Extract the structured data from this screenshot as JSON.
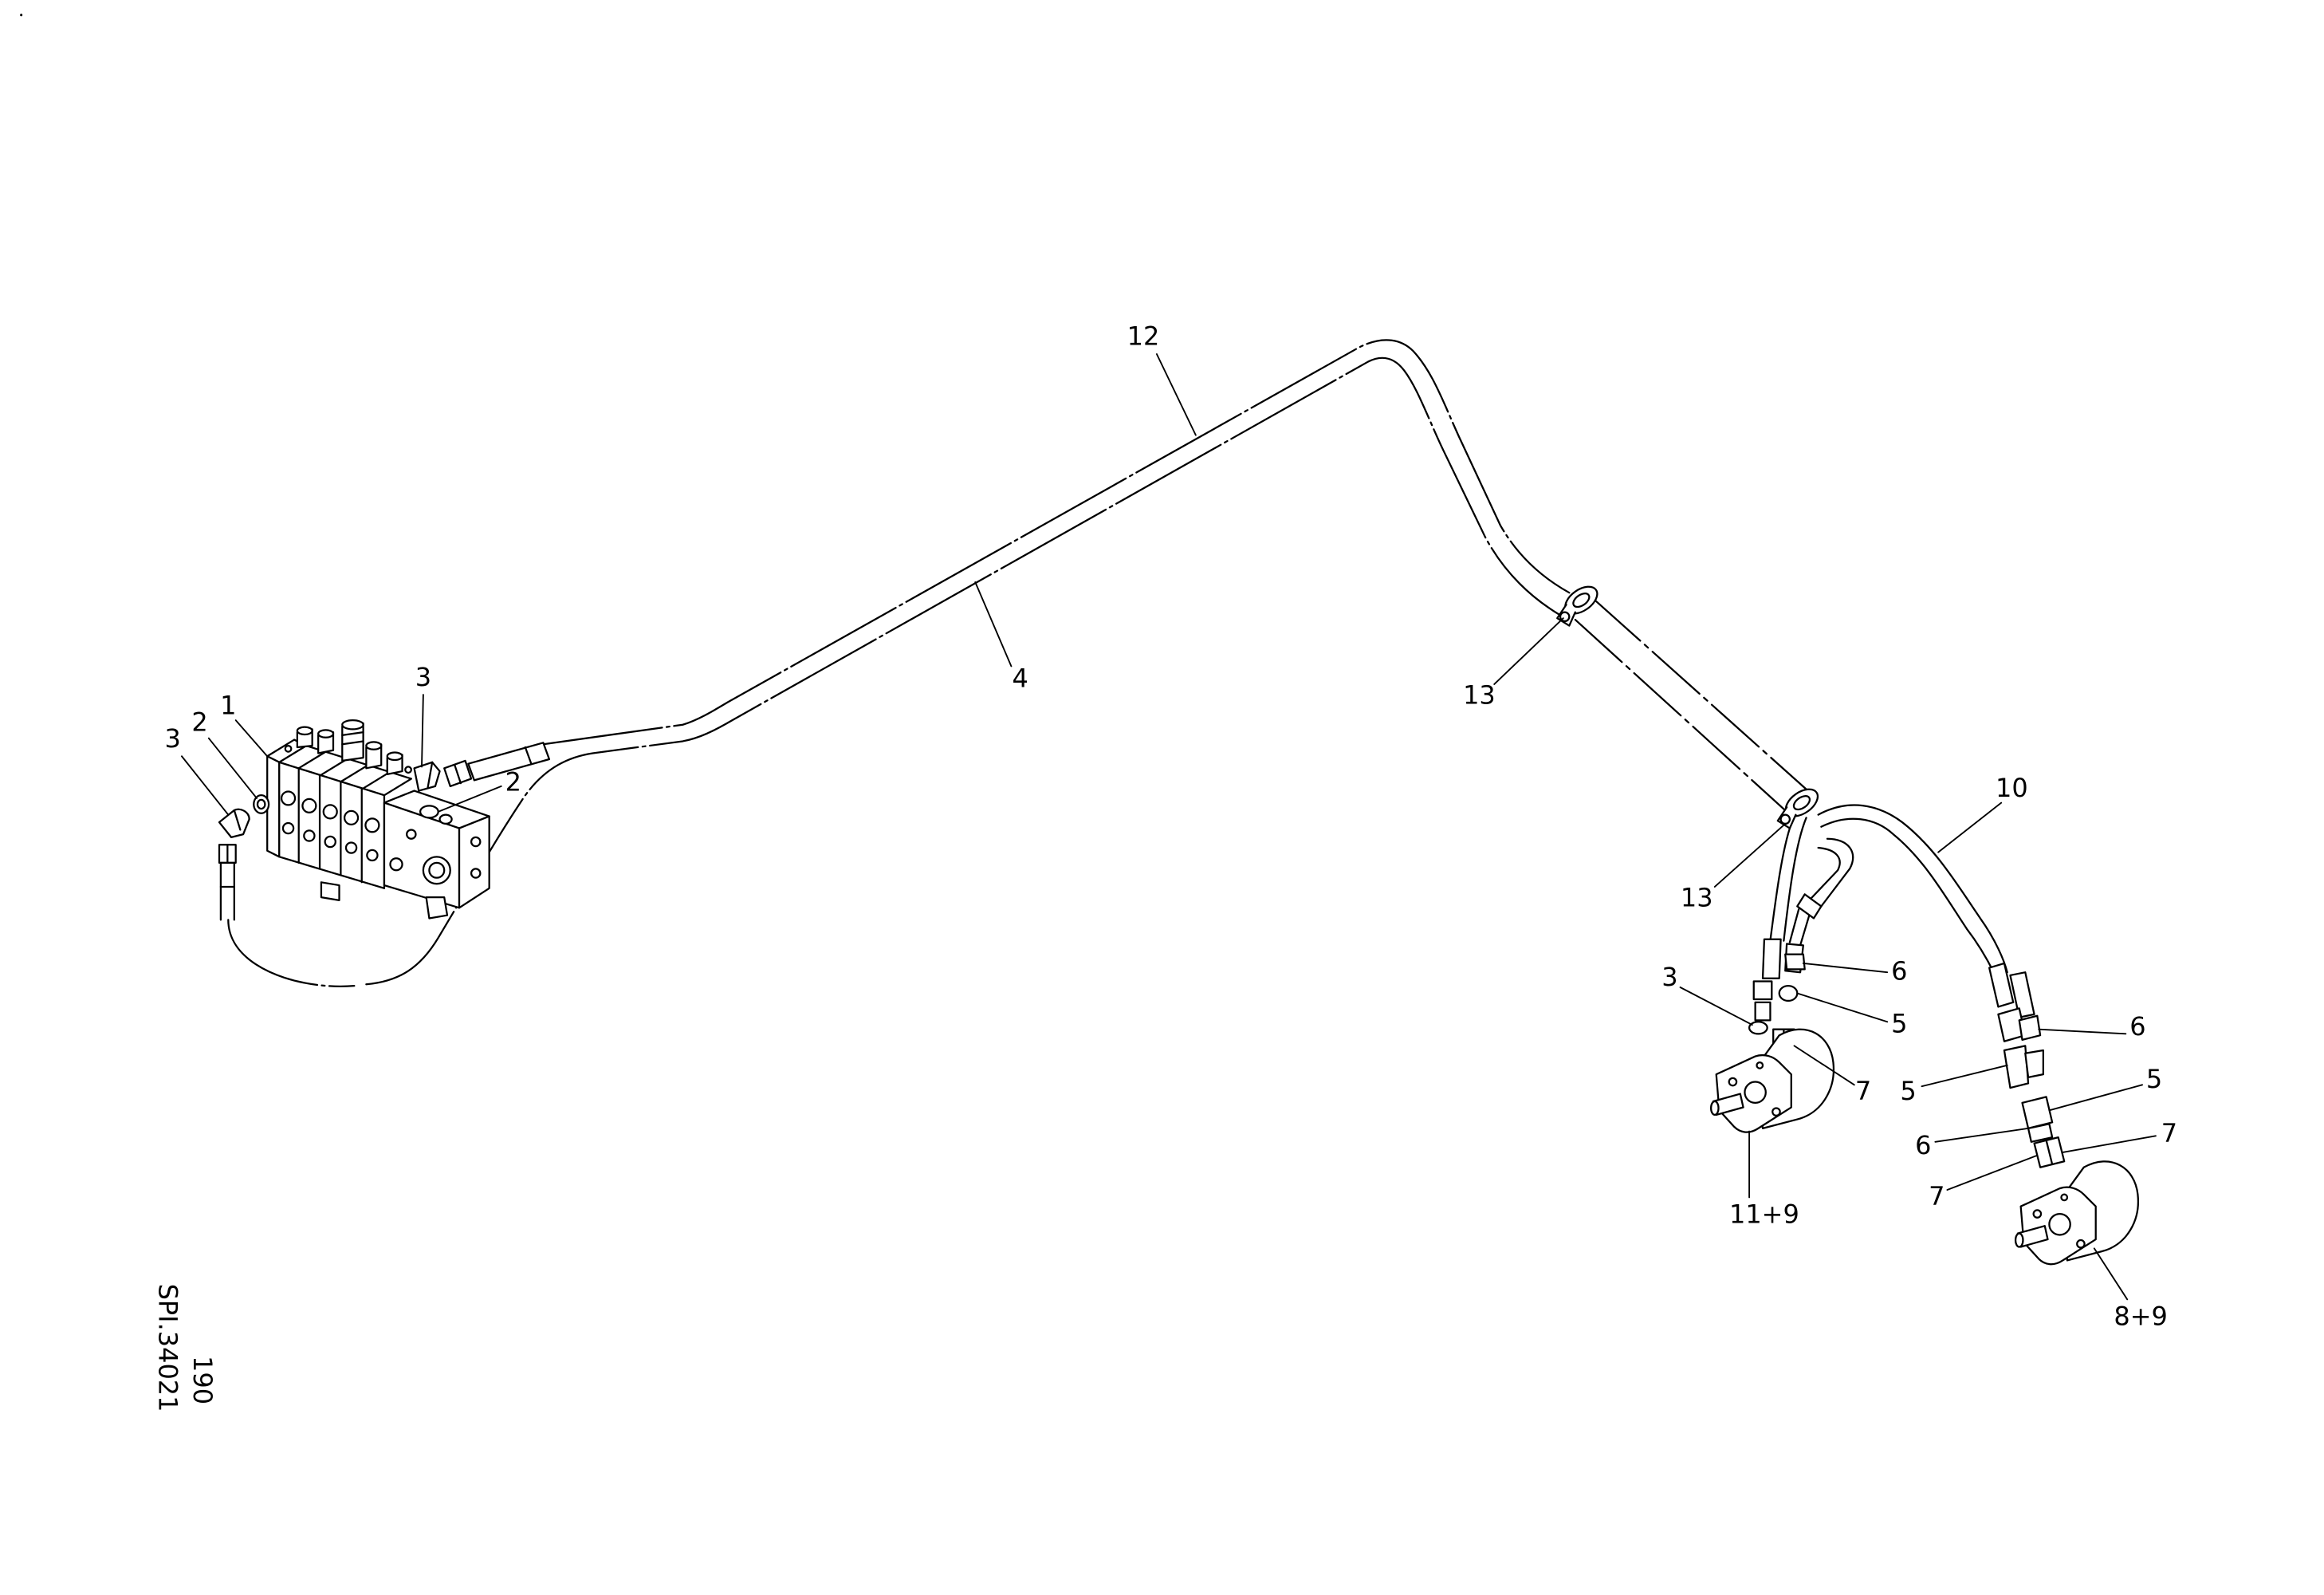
{
  "callouts": [
    {
      "label": "1"
    },
    {
      "label": "2"
    },
    {
      "label": "3"
    },
    {
      "label": "3"
    },
    {
      "label": "2"
    },
    {
      "label": "12"
    },
    {
      "label": "4"
    },
    {
      "label": "13"
    },
    {
      "label": "13"
    },
    {
      "label": "10"
    },
    {
      "label": "6"
    },
    {
      "label": "3"
    },
    {
      "label": "5"
    },
    {
      "label": "7"
    },
    {
      "label": "6"
    },
    {
      "label": "5"
    },
    {
      "label": "5"
    },
    {
      "label": "7"
    },
    {
      "label": "6"
    },
    {
      "label": "7"
    },
    {
      "label": "11+9"
    },
    {
      "label": "8+9"
    }
  ],
  "sheet_number": "190",
  "drawing_number": "SPI.34021"
}
